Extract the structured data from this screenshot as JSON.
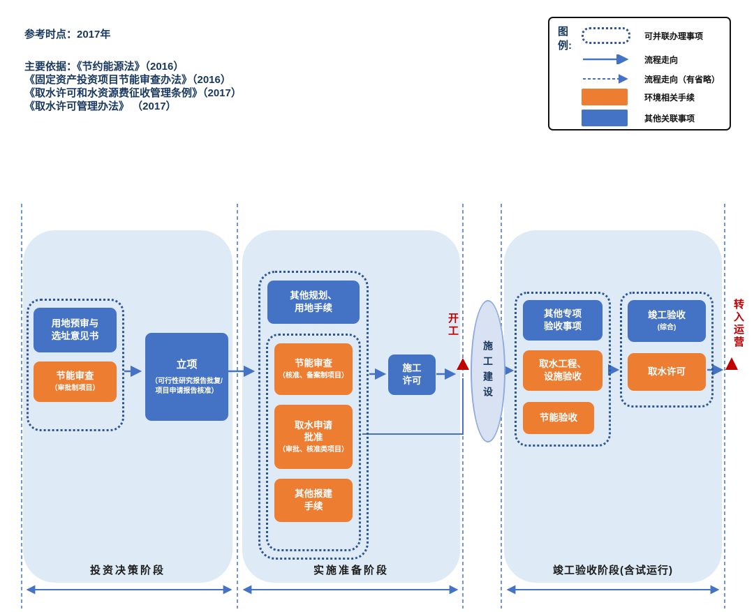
{
  "header": {
    "reference": "参考时点：2017年",
    "basis": [
      "主要依据：《节约能源法》（2016）",
      "《固定资产投资项目节能审查办法》（2016）",
      "《取水许可和水资源费征收管理条例》（2017）",
      "《取水许可管理办法》 （2017）"
    ]
  },
  "legend": {
    "title": "图例:",
    "items": [
      {
        "symbol": "dashed-box",
        "label": "可并联办理事项"
      },
      {
        "symbol": "solid-arrow",
        "label": "流程走向"
      },
      {
        "symbol": "dashed-arrow",
        "label": "流程走向（有省略）"
      },
      {
        "symbol": "orange-box",
        "label": "环境相关手续"
      },
      {
        "symbol": "blue-box",
        "label": "其他关联事项"
      }
    ]
  },
  "phases": {
    "investment": "投资决策阶段",
    "preparation": "实施准备阶段",
    "acceptance": "竣工验收阶段(含试运行)"
  },
  "nodes": {
    "land_prereview": {
      "line1": "用地预审与",
      "line2": "选址意见书"
    },
    "energy_review_approval": {
      "title": "节能审查",
      "sub": "（审批制项目）"
    },
    "project_initiation": {
      "title": "立项",
      "sub": "（可行性研究报告批复/项目申请报告核准）"
    },
    "other_planning": {
      "line1": "其他规划、",
      "line2": "用地手续"
    },
    "energy_review_record": {
      "title": "节能审查",
      "sub": "（核准、备案制项目）"
    },
    "water_application": {
      "line1": "取水申请",
      "line2": "批准",
      "sub": "（审批、核准类项目）"
    },
    "other_construction_procedures": {
      "line1": "其他报建",
      "line2": "手续"
    },
    "construction_permit": {
      "line1": "施工",
      "line2": "许可"
    },
    "construction_start": "开工",
    "construction_phase": "施工建设",
    "other_special_acceptance": {
      "line1": "其他专项",
      "line2": "验收事项"
    },
    "water_facility_acceptance": {
      "line1": "取水工程、",
      "line2": "设施验收"
    },
    "energy_acceptance": "节能验收",
    "completion_acceptance": {
      "title": "竣工验收",
      "sub": "(综合)"
    },
    "water_permit": "取水许可",
    "to_operation": "转入运营"
  },
  "colors": {
    "blue_box": "#4472C4",
    "orange_box": "#ED7D31",
    "phase_bg": "#DEEBF7",
    "dotted_border": "#2E5597",
    "red_marker": "#C00000",
    "navy_text": "#17375E",
    "ellipse_fill": "#D9E2F3",
    "ellipse_border": "#8FAADC"
  }
}
